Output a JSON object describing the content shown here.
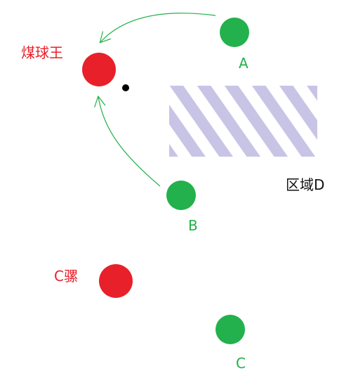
{
  "colors": {
    "red_player": "#e8202a",
    "green_player": "#22b14c",
    "stripe": "#c8c4e6",
    "arrow": "#22b14c",
    "ball": "#000000",
    "zone_label": "#111111"
  },
  "players": {
    "coal_king": {
      "label": "煤球王"
    },
    "c_mule": {
      "label": "C骡"
    },
    "a": {
      "label": "A"
    },
    "b": {
      "label": "B"
    },
    "c": {
      "label": "C"
    }
  },
  "zone": {
    "label": "区域D"
  }
}
